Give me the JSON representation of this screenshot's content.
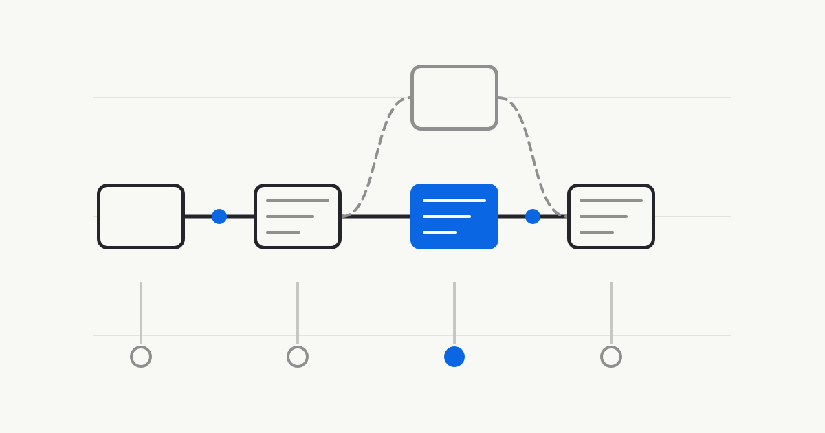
{
  "colors": {
    "background": "#F8F8F5",
    "gridline": "#DDDDD8",
    "node_stroke": "#23252B",
    "node_fill": "#F8F8F5",
    "text_lines": "#8F8F8F",
    "muted_stroke": "#8F8F8F",
    "accent": "#0B66E4",
    "stem": "#C6C6C3"
  },
  "diagram": {
    "nodes": [
      {
        "id": "node-1",
        "style": "plain",
        "lines": 0
      },
      {
        "id": "node-2",
        "style": "text",
        "lines": 3
      },
      {
        "id": "node-3",
        "style": "active",
        "lines": 3
      },
      {
        "id": "node-4",
        "style": "text",
        "lines": 3
      }
    ],
    "branch_node": {
      "id": "node-branch",
      "style": "muted",
      "lines": 0
    },
    "connectors": [
      {
        "from": "node-1",
        "to": "node-2",
        "style": "solid",
        "midpoint": "accent-dot"
      },
      {
        "from": "node-2",
        "to": "node-3",
        "style": "solid",
        "midpoint": "none"
      },
      {
        "from": "node-3",
        "to": "node-4",
        "style": "solid",
        "midpoint": "accent-dot"
      },
      {
        "from": "node-2",
        "to": "node-branch",
        "style": "dashed",
        "midpoint": "none"
      },
      {
        "from": "node-branch",
        "to": "node-4",
        "style": "dashed",
        "midpoint": "none"
      }
    ],
    "timeline": [
      {
        "node": "node-1",
        "state": "inactive"
      },
      {
        "node": "node-2",
        "state": "inactive"
      },
      {
        "node": "node-3",
        "state": "active"
      },
      {
        "node": "node-4",
        "state": "inactive"
      }
    ]
  }
}
